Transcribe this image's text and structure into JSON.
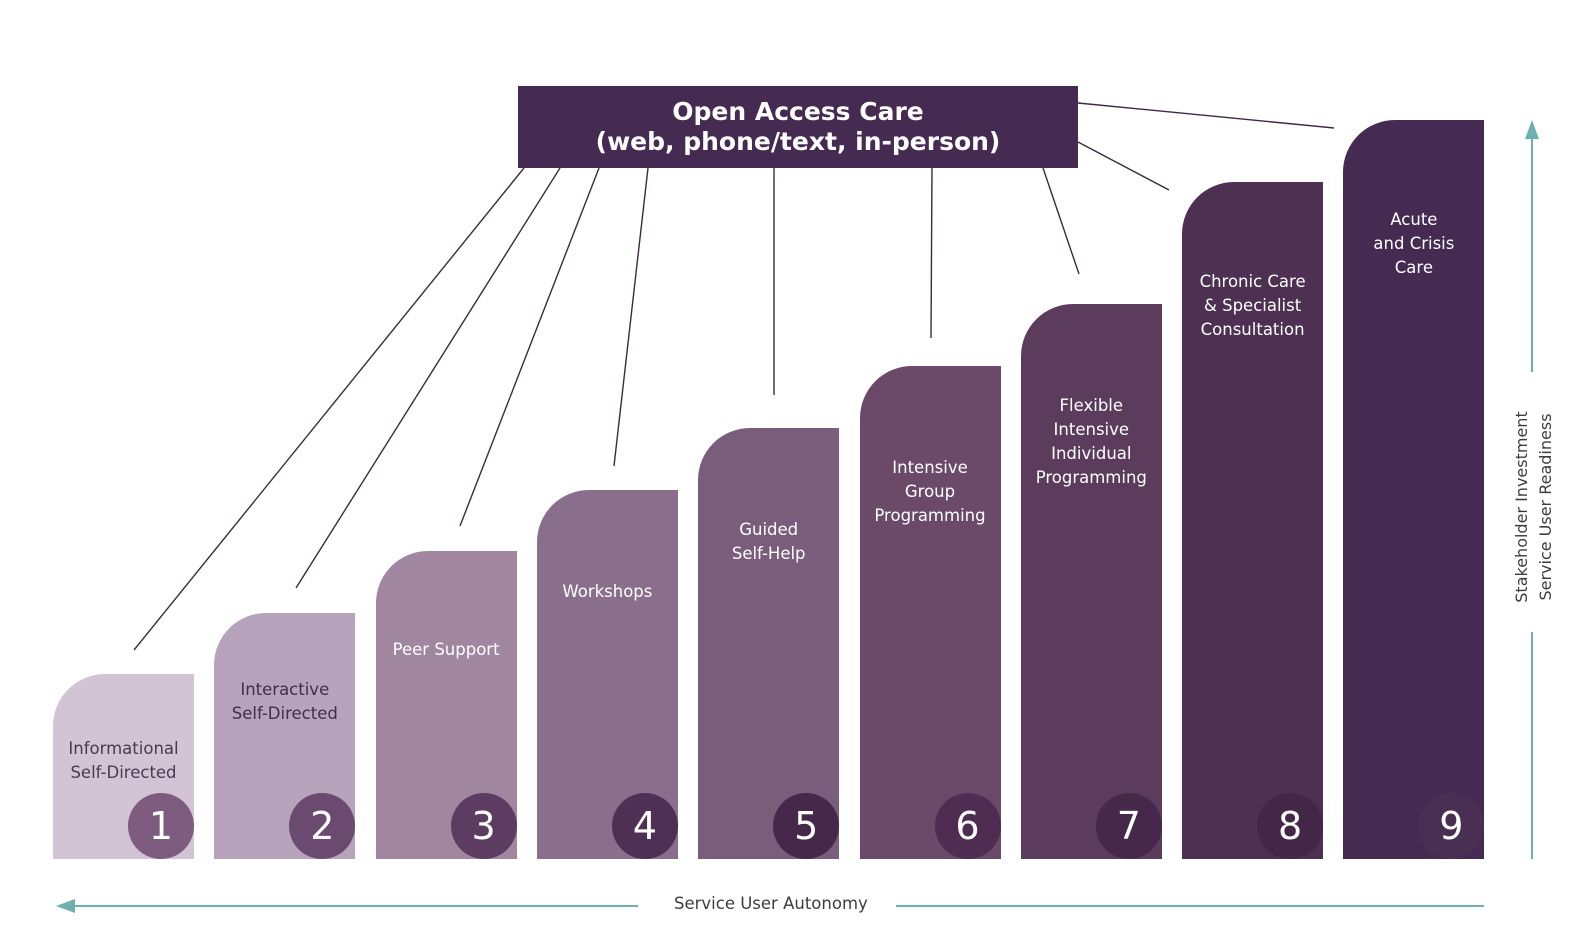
{
  "header": {
    "line1": "Open Access Care",
    "line2": "(web, phone/text, in-person)"
  },
  "steps": [
    {
      "number": "1",
      "lines": [
        "Informational",
        "Self-Directed"
      ],
      "color": "#d2c3d5",
      "badge_color": "#7d5c80",
      "text_color": "#4a3a4e"
    },
    {
      "number": "2",
      "lines": [
        "Interactive",
        "Self-Directed"
      ],
      "color": "#b7a3bb",
      "badge_color": "#6a4a6f",
      "text_color": "#3f2f44"
    },
    {
      "number": "3",
      "lines": [
        "Peer Support"
      ],
      "color": "#a0879f",
      "badge_color": "#5d3c62",
      "text_color": "#ffffff"
    },
    {
      "number": "4",
      "lines": [
        "Workshops"
      ],
      "color": "#8a6f8c",
      "badge_color": "#4f3055",
      "text_color": "#ffffff"
    },
    {
      "number": "5",
      "lines": [
        "Guided",
        "Self-Help"
      ],
      "color": "#7a5c7b",
      "badge_color": "#45284a",
      "text_color": "#ffffff"
    },
    {
      "number": "6",
      "lines": [
        "Intensive",
        "Group",
        "Programming"
      ],
      "color": "#6b4a69",
      "badge_color": "#4f2c52",
      "text_color": "#ffffff"
    },
    {
      "number": "7",
      "lines": [
        "Flexible",
        "Intensive",
        "Individual",
        "Programming"
      ],
      "color": "#5c3c5c",
      "badge_color": "#45284a",
      "text_color": "#ffffff"
    },
    {
      "number": "8",
      "lines": [
        "Chronic Care",
        "& Specialist",
        "Consultation"
      ],
      "color": "#4e3053",
      "badge_color": "#432648",
      "text_color": "#ffffff"
    },
    {
      "number": "9",
      "lines": [
        "Acute",
        "and Crisis",
        "Care"
      ],
      "color": "#452b51",
      "badge_color": "#4a2f55",
      "text_color": "#ffffff"
    }
  ],
  "axes": {
    "horizontal_label": "Service User Autonomy",
    "vertical_line1": "Stakeholder Investment",
    "vertical_line2": "Service User Readiness",
    "color": "#6fb0ae"
  }
}
